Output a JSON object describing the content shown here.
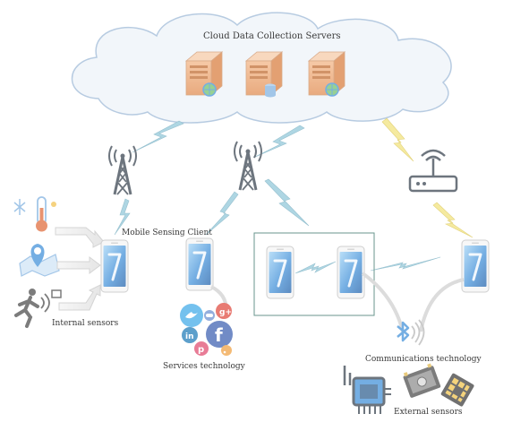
{
  "labels": {
    "cloud": "Cloud Data Collection Servers",
    "client": "Mobile Sensing Client",
    "internal": "Internal sensors",
    "services": "Services technology",
    "comms": "Communications technology",
    "external": "External sensors"
  },
  "colors": {
    "cloud_fill": "#eef3f9",
    "cloud_stroke": "#9bb8d6",
    "wireless": "#8fc6d8",
    "lightning_yellow": "#f2e27a",
    "tower": "#35404d",
    "phone_screen": "#3f8fd8",
    "server": "#e6935a"
  },
  "icons": [
    "server-icon",
    "database-icon",
    "globe-icon",
    "cell-tower-icon",
    "wifi-router-icon",
    "smartphone-icon",
    "thermometer-icon",
    "map-pin-icon",
    "running-person-icon",
    "twitter-icon",
    "google-plus-icon",
    "linkedin-icon",
    "facebook-icon",
    "pinterest-icon",
    "rss-icon",
    "chat-icon",
    "bluetooth-icon",
    "circuit-board-icon",
    "sensor-chip-icon"
  ]
}
